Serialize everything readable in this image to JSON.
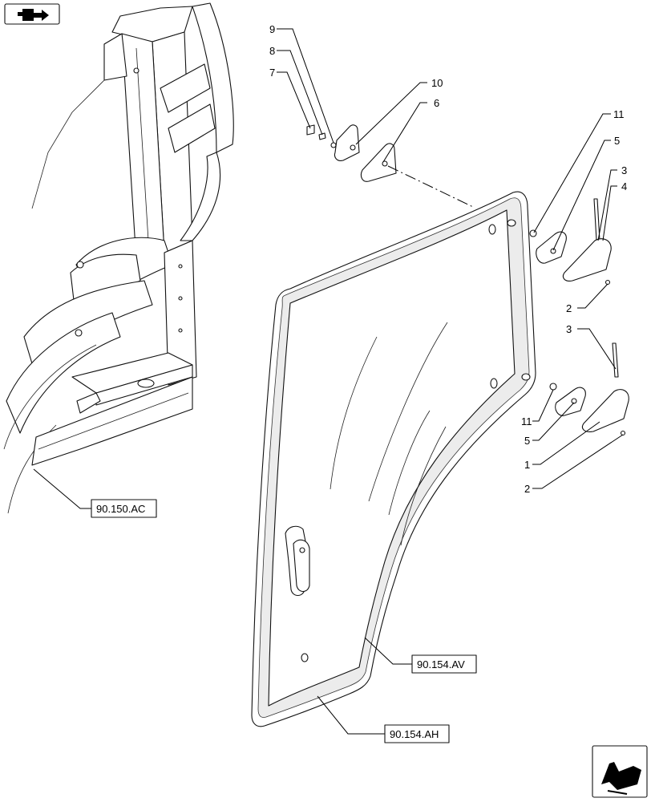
{
  "callouts": {
    "c1": "1",
    "c2a": "2",
    "c2b": "2",
    "c3a": "3",
    "c3b": "3",
    "c4": "4",
    "c5a": "5",
    "c5b": "5",
    "c6": "6",
    "c7": "7",
    "c8": "8",
    "c9": "9",
    "c10": "10",
    "c11a": "11",
    "c11b": "11"
  },
  "references": {
    "cab": "90.150.AC",
    "glass": "90.154.AV",
    "seal": "90.154.AH"
  },
  "icons": {
    "top_left": "book-arrow-icon",
    "bottom_right": "next-page-arrow-icon"
  }
}
